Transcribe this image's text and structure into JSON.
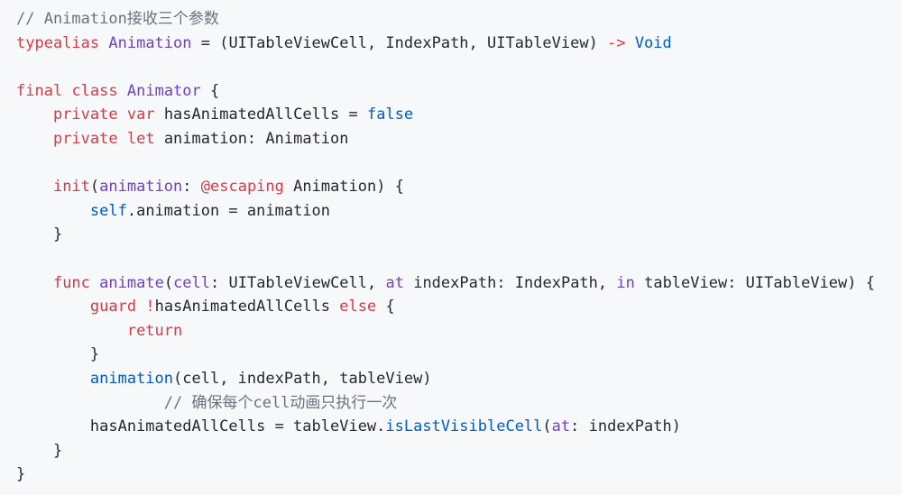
{
  "colors": {
    "background": "#f6f8fa",
    "comment": "#6a737d",
    "keyword": "#d73a49",
    "type": "#6f42c1",
    "builtin": "#005cc5",
    "text": "#24292e"
  },
  "code": {
    "lines": [
      [
        {
          "t": "// Animation接收三个参数",
          "c": "comment"
        }
      ],
      [
        {
          "t": "typealias",
          "c": "keyword"
        },
        {
          "t": " ",
          "c": "plain"
        },
        {
          "t": "Animation",
          "c": "type"
        },
        {
          "t": " = (UITableViewCell, IndexPath, UITableView) ",
          "c": "plain"
        },
        {
          "t": "->",
          "c": "operator"
        },
        {
          "t": " ",
          "c": "plain"
        },
        {
          "t": "Void",
          "c": "builtin"
        }
      ],
      [],
      [
        {
          "t": "final",
          "c": "keyword"
        },
        {
          "t": " ",
          "c": "plain"
        },
        {
          "t": "class",
          "c": "keyword"
        },
        {
          "t": " ",
          "c": "plain"
        },
        {
          "t": "Animator",
          "c": "type"
        },
        {
          "t": " {",
          "c": "plain"
        }
      ],
      [
        {
          "t": "    ",
          "c": "plain"
        },
        {
          "t": "private",
          "c": "keyword"
        },
        {
          "t": " ",
          "c": "plain"
        },
        {
          "t": "var",
          "c": "keyword"
        },
        {
          "t": " hasAnimatedAllCells = ",
          "c": "plain"
        },
        {
          "t": "false",
          "c": "builtin"
        }
      ],
      [
        {
          "t": "    ",
          "c": "plain"
        },
        {
          "t": "private",
          "c": "keyword"
        },
        {
          "t": " ",
          "c": "plain"
        },
        {
          "t": "let",
          "c": "keyword"
        },
        {
          "t": " animation: Animation",
          "c": "plain"
        }
      ],
      [],
      [
        {
          "t": "    ",
          "c": "plain"
        },
        {
          "t": "init",
          "c": "keyword"
        },
        {
          "t": "(",
          "c": "plain"
        },
        {
          "t": "animation",
          "c": "type"
        },
        {
          "t": ": ",
          "c": "plain"
        },
        {
          "t": "@escaping",
          "c": "keyword"
        },
        {
          "t": " Animation) {",
          "c": "plain"
        }
      ],
      [
        {
          "t": "        ",
          "c": "plain"
        },
        {
          "t": "self",
          "c": "builtin"
        },
        {
          "t": ".animation = animation",
          "c": "plain"
        }
      ],
      [
        {
          "t": "    }",
          "c": "plain"
        }
      ],
      [],
      [
        {
          "t": "    ",
          "c": "plain"
        },
        {
          "t": "func",
          "c": "keyword"
        },
        {
          "t": " ",
          "c": "plain"
        },
        {
          "t": "animate",
          "c": "func"
        },
        {
          "t": "(",
          "c": "plain"
        },
        {
          "t": "cell",
          "c": "type"
        },
        {
          "t": ": UITableViewCell, ",
          "c": "plain"
        },
        {
          "t": "at",
          "c": "type"
        },
        {
          "t": " indexPath: IndexPath, ",
          "c": "plain"
        },
        {
          "t": "in",
          "c": "type"
        },
        {
          "t": " tableView: UITableView) {",
          "c": "plain"
        }
      ],
      [
        {
          "t": "        ",
          "c": "plain"
        },
        {
          "t": "guard",
          "c": "keyword"
        },
        {
          "t": " ",
          "c": "plain"
        },
        {
          "t": "!",
          "c": "operator"
        },
        {
          "t": "hasAnimatedAllCells ",
          "c": "plain"
        },
        {
          "t": "else",
          "c": "keyword"
        },
        {
          "t": " {",
          "c": "plain"
        }
      ],
      [
        {
          "t": "            ",
          "c": "plain"
        },
        {
          "t": "return",
          "c": "keyword"
        }
      ],
      [
        {
          "t": "        }",
          "c": "plain"
        }
      ],
      [
        {
          "t": "        ",
          "c": "plain"
        },
        {
          "t": "animation",
          "c": "builtin"
        },
        {
          "t": "(cell, indexPath, tableView)",
          "c": "plain"
        }
      ],
      [
        {
          "t": "                ",
          "c": "plain"
        },
        {
          "t": "// 确保每个cell动画只执行一次",
          "c": "comment"
        }
      ],
      [
        {
          "t": "        hasAnimatedAllCells = tableView.",
          "c": "plain"
        },
        {
          "t": "isLastVisibleCell",
          "c": "builtin"
        },
        {
          "t": "(",
          "c": "plain"
        },
        {
          "t": "at",
          "c": "type"
        },
        {
          "t": ": indexPath)",
          "c": "plain"
        }
      ],
      [
        {
          "t": "    }",
          "c": "plain"
        }
      ],
      [
        {
          "t": "}",
          "c": "plain"
        }
      ]
    ]
  }
}
